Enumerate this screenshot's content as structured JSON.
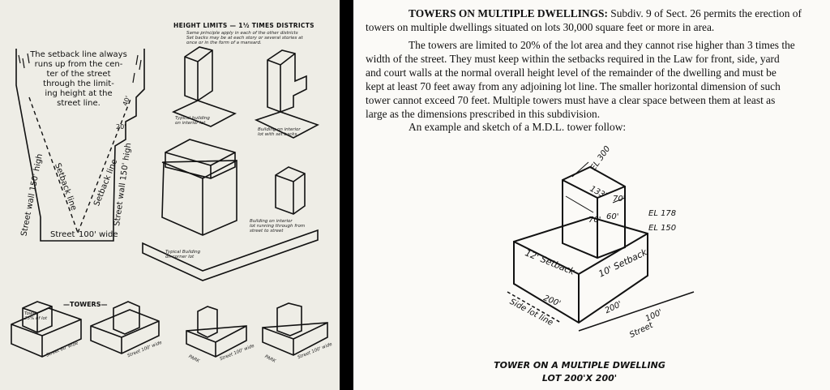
{
  "left": {
    "setback_note": [
      "The setback line always",
      "runs up from the cen-",
      "ter of the street",
      "through the limit-",
      "ing height at the",
      "street line."
    ],
    "street_label": "Street",
    "street_width": "100' wide",
    "wall_left": "Street wall 150' high",
    "wall_right": "Street wall 150' high",
    "setback_line_1": "Setback line",
    "setback_line_2": "Setback line",
    "dim_20": "20'",
    "dim_40": "40'",
    "height_title": "HEIGHT LIMITS — 1½ TIMES DISTRICTS",
    "height_sub": [
      "Same principle apply in each of the other districts",
      "Set backs may be at each story or several stories at",
      "once or in the form of a mansard."
    ],
    "typical_interior": [
      "Typical building",
      "on interior lot"
    ],
    "building_interior": [
      "Building on interior",
      "lot with set backs"
    ],
    "building_through": [
      "Building on interior",
      "lot running through from",
      "street to street"
    ],
    "typical_corner": [
      "Typical Building",
      "on corner lot"
    ],
    "towers_heading": "—TOWERS—",
    "tower_tag": [
      "Tower",
      "25% of lot"
    ],
    "street_tags": [
      "Street 60' wide",
      "Street 100' wide",
      "Street 100' wide",
      "Street 100' wide"
    ],
    "park_tags": [
      "PARK",
      "PARK"
    ]
  },
  "doc": {
    "lines": [
      "towers on multiple dwellings situated on lots 30,000 square feet or more in area.",
      "The towers are limited to 20% of the lot area and they cannot rise higher than 3 times the",
      "width of the street. They must keep within the setbacks required in the Law for front, side, yard",
      "and court walls at the normal overall height level of the remainder of the dwelling and must be",
      "kept at least 70 feet away from any adjoining lot line. The smaller horizontal dimension of such",
      "tower cannot exceed 70 feet. Multiple towers must have a clear space between them at least as",
      "large as the dimensions prescribed in this subdivision.",
      "An example and sketch of a M.D.L. tower follow:"
    ],
    "heading_bold": "TOWERS ON MULTIPLE DWELLINGS:",
    "heading_rest": " Subdiv. 9 of Sect. 26 permits the erection of"
  },
  "sketch": {
    "el300": "EL 300",
    "el178": "EL 178",
    "el150": "EL 150",
    "dim_133": "133'",
    "dim_70a": "70'",
    "dim_60": "60'",
    "dim_70b": "70'",
    "setback_12": "12' Setback",
    "setback_10": "10' Setback",
    "dim_200a": "200'",
    "dim_200b": "200'",
    "dim_100": "100'",
    "street": "Street",
    "side_lot": "Side lot line",
    "caption_1": "TOWER ON A MULTIPLE DWELLING",
    "caption_2": "LOT 200'X 200'"
  }
}
